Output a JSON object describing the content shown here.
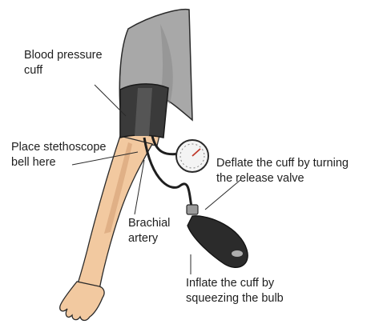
{
  "labels": {
    "cuff": "Blood pressure\ncuff",
    "stethoscope": "Place stethoscope\nbell here",
    "deflate": "Deflate the cuff by turning\nthe release valve",
    "brachial": "Brachial\nartery",
    "inflate": "Inflate the cuff by\nsqueezing the bulb"
  },
  "colors": {
    "skin": "#f2c9a0",
    "skin_shadow": "#d9a57a",
    "shirt": "#a8a8a8",
    "shirt_dark": "#8c8c8c",
    "cuff": "#3a3a3a",
    "bulb": "#2b2b2b",
    "gauge_face": "#f4f4f4",
    "outline": "#2a2a2a"
  }
}
